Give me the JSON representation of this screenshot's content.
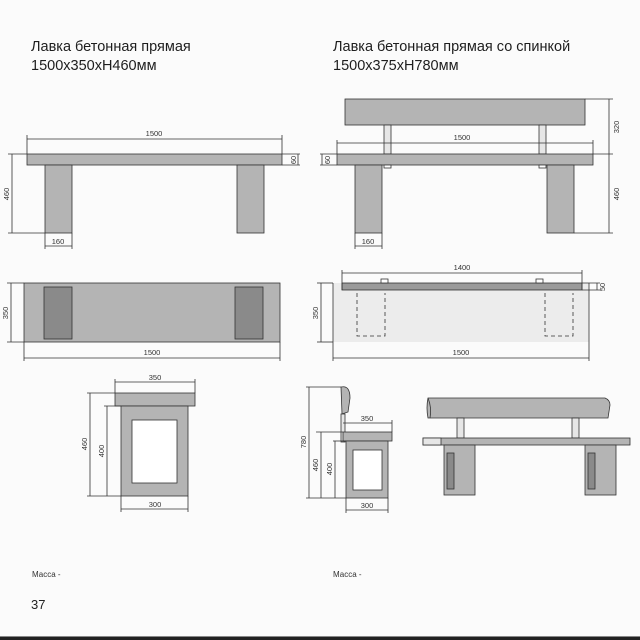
{
  "left_product": {
    "title": "Лавка бетонная прямая",
    "size": "1500x350xH460мм",
    "front_view": {
      "length": "1500",
      "height": "460",
      "seat_thickness": "60",
      "leg_width": "160"
    },
    "top_view": {
      "depth": "350",
      "length": "1500"
    },
    "side_view": {
      "top_width": "350",
      "total_height": "460",
      "leg_height": "400",
      "base_width": "300"
    },
    "mass_label": "Масса -"
  },
  "right_product": {
    "title": "Лавка бетонная прямая со спинкой",
    "size": "1500x375xH780мм",
    "front_view": {
      "length": "1500",
      "back_height": "320",
      "seat_thickness": "60",
      "leg_height": "460",
      "leg_width": "160"
    },
    "top_view": {
      "back_length": "1400",
      "back_thickness": "50",
      "depth": "350",
      "length": "1500"
    },
    "side_view": {
      "total_height": "780",
      "seat_height": "460",
      "leg_height": "400",
      "top_width": "350",
      "base_width": "300"
    },
    "mass_label": "Масса -"
  },
  "page_number": "37",
  "colors": {
    "concrete": "#b4b4b4",
    "concrete_dark": "#8a8a8a",
    "light_fill": "#e6e6e6",
    "line": "#333333"
  }
}
